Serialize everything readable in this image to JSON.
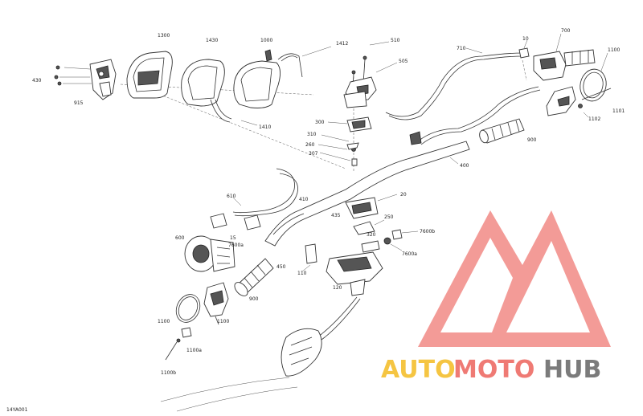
{
  "figure_code": "14YA001",
  "watermark": {
    "text_auto": "AUTO",
    "text_moto": "MOTO",
    "text_hub": "HUB",
    "color_auto": "#f5c542",
    "color_moto": "#ef7a74",
    "color_hub": "#7b7b7b",
    "mark_color": "#ef7a74"
  },
  "labels": {
    "l430": "430",
    "l915": "915",
    "l1300": "1300",
    "l1430": "1430",
    "l1000": "1000",
    "l1412": "1412",
    "l1410": "1410",
    "l510": "510",
    "l505": "505",
    "l300": "300",
    "l310": "310",
    "l260": "260",
    "l307": "307",
    "l710": "710",
    "l10": "10",
    "l700": "700",
    "l1100_tr": "1100",
    "l1102": "1102",
    "l1101": "1101",
    "l900_r": "900",
    "l400_r": "400",
    "l610": "610",
    "l15": "15",
    "l7600a_l": "7600a",
    "l410": "410",
    "l435": "435",
    "l20": "20",
    "l250": "250",
    "l320": "320",
    "l7600b": "7600b",
    "l7600a_r": "7600a",
    "l600": "600",
    "l450": "450",
    "l110": "110",
    "l120": "120",
    "l900_l": "900",
    "l1100_l": "1100",
    "l1100_b": "1100",
    "l1100a": "1100a",
    "l1100b": "1100b"
  }
}
